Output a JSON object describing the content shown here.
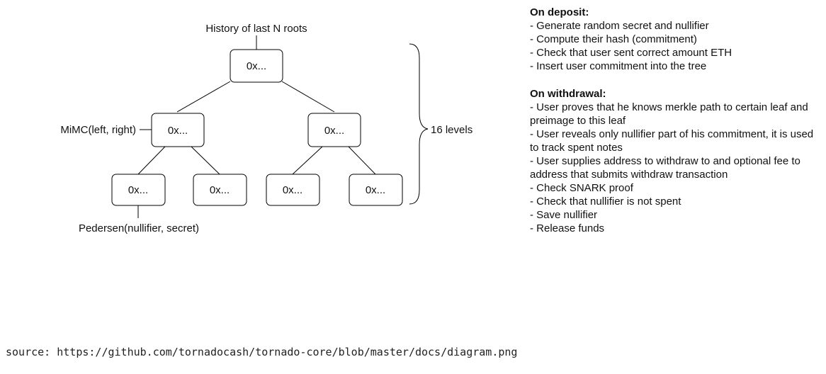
{
  "tree": {
    "root_label": "History of last N roots",
    "internal_label": "MiMC(left, right)",
    "leaf_label": "Pedersen(nullifier, secret)",
    "levels_label": "16 levels",
    "node_text": "0x..."
  },
  "deposit": {
    "heading": "On deposit:",
    "items": [
      "- Generate random secret and nullifier",
      "- Compute their hash (commitment)",
      "- Check that user sent correct amount ETH",
      "- Insert user commitment into the tree"
    ]
  },
  "withdrawal": {
    "heading": "On withdrawal:",
    "items": [
      "- User proves that he knows merkle path to certain leaf and preimage to this leaf",
      "- User reveals only nullifier part of his commitment, it is used to track spent notes",
      "- User supplies address to withdraw to and optional fee to address that submits withdraw transaction",
      "- Check SNARK proof",
      "- Check that nullifier is not spent",
      "- Save nullifier",
      "- Release funds"
    ]
  },
  "source": "source: https://github.com/tornadocash/tornado-core/blob/master/docs/diagram.png"
}
